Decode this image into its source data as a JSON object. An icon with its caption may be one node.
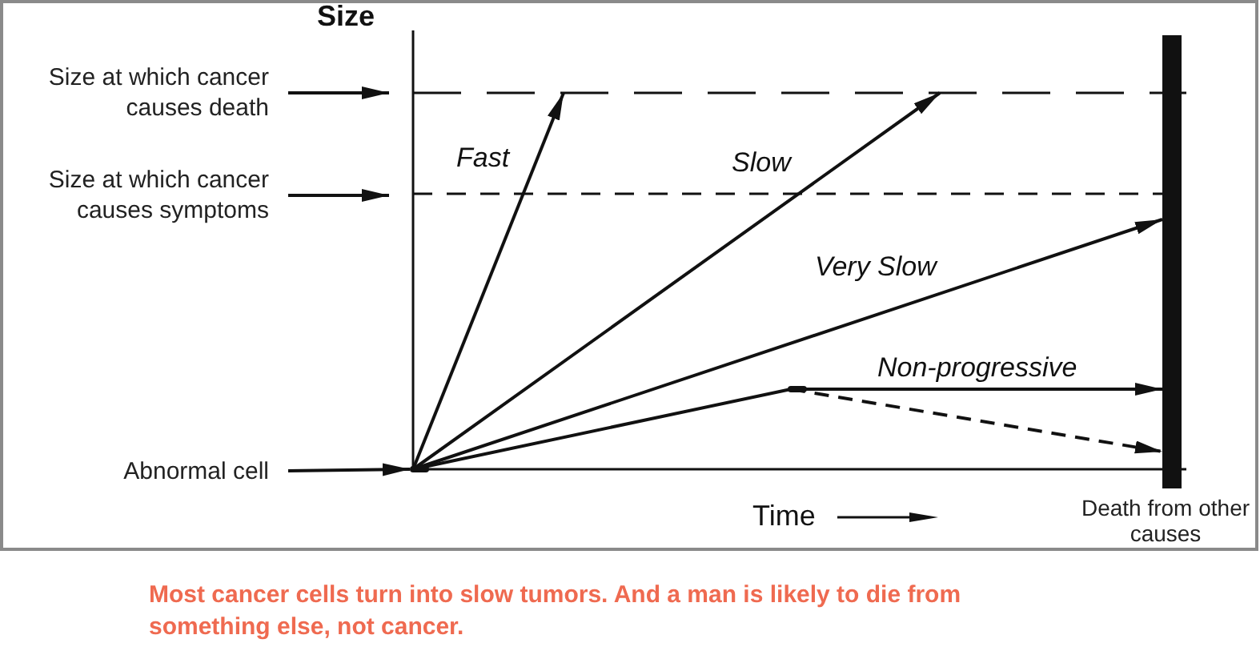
{
  "diagram": {
    "caption": "Most cancer cells turn into slow tumors. And a man is likely to die from something else, not cancer.",
    "nodes": [
      {
        "text": [
          "Size at which cancer causes death"
        ]
      },
      {
        "text": [
          "Size at which cancer causes symptoms"
        ]
      },
      {
        "text": [
          "Abnormal cell"
        ]
      },
      {
        "text": [],
        "shape": "bar",
        "beside": [
          "Death from other causes"
        ]
      },
      {
        "text": [],
        "shape": "point"
      },
      {
        "text": [],
        "shape": "point"
      }
    ],
    "edges": [
      {
        "from": 0,
        "to": null,
        "arrow": "to"
      },
      {
        "from": 1,
        "to": null,
        "arrow": "to"
      },
      {
        "from": 2,
        "to": 4,
        "arrow": "to"
      },
      {
        "from": 4,
        "to": null,
        "arrow": "to",
        "label": "Fast"
      },
      {
        "from": 4,
        "to": null,
        "arrow": "to",
        "label": "Slow"
      },
      {
        "from": 4,
        "to": 3,
        "arrow": "to",
        "label": "Very Slow"
      },
      {
        "from": 4,
        "to": 5,
        "arrow": "none"
      },
      {
        "from": 5,
        "to": 3,
        "arrow": "to",
        "label": "Non-progressive"
      },
      {
        "from": 5,
        "to": 3,
        "arrow": "to",
        "style": "dashed"
      }
    ],
    "labels": [
      "Size",
      "Time"
    ]
  }
}
